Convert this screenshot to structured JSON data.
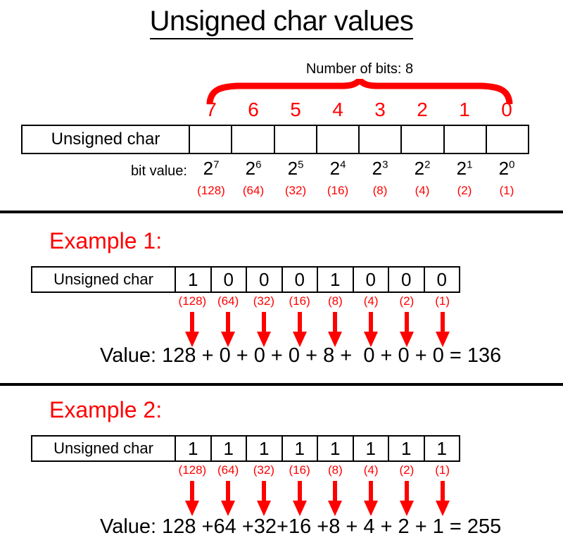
{
  "title": "Unsigned char values",
  "colors": {
    "accent_red": "#FF0000",
    "text_black": "#000000",
    "background": "#FFFFFF"
  },
  "header": {
    "bits_caption": "Number of bits: 8",
    "brace_label": "brace-icon",
    "row_label": "Unsigned char",
    "bit_value_label": "bit value:",
    "bit_numbers": [
      "7",
      "6",
      "5",
      "4",
      "3",
      "2",
      "1",
      "0"
    ],
    "bit_powers": [
      {
        "base": "2",
        "exp": "7"
      },
      {
        "base": "2",
        "exp": "6"
      },
      {
        "base": "2",
        "exp": "5"
      },
      {
        "base": "2",
        "exp": "4"
      },
      {
        "base": "2",
        "exp": "3"
      },
      {
        "base": "2",
        "exp": "2"
      },
      {
        "base": "2",
        "exp": "1"
      },
      {
        "base": "2",
        "exp": "0"
      }
    ],
    "bit_decimals": [
      "(128)",
      "(64)",
      "(32)",
      "(16)",
      "(8)",
      "(4)",
      "(2)",
      "(1)"
    ],
    "cells": [
      "",
      "",
      "",
      "",
      "",
      "",
      "",
      ""
    ]
  },
  "examples": [
    {
      "heading": "Example 1:",
      "row_label": "Unsigned char",
      "bits": [
        "1",
        "0",
        "0",
        "0",
        "1",
        "0",
        "0",
        "0"
      ],
      "weights": [
        "(128)",
        "(64)",
        "(32)",
        "(16)",
        "(8)",
        "(4)",
        "(2)",
        "(1)"
      ],
      "value_line": "Value: 128 + 0 + 0 + 0 + 8 +  0 + 0 + 0 = 136",
      "value_prefix": "Value:",
      "terms": [
        "128",
        "0",
        "0",
        "0",
        "8",
        "0",
        "0",
        "0"
      ],
      "result": "136",
      "arrow_count": 8
    },
    {
      "heading": "Example 2:",
      "row_label": "Unsigned char",
      "bits": [
        "1",
        "1",
        "1",
        "1",
        "1",
        "1",
        "1",
        "1"
      ],
      "weights": [
        "(128)",
        "(64)",
        "(32)",
        "(16)",
        "(8)",
        "(4)",
        "(2)",
        "(1)"
      ],
      "value_line": "Value: 128 +64 +32+16 +8 + 4 + 2 + 1 = 255",
      "value_prefix": "Value:",
      "terms": [
        "128",
        "64",
        "32",
        "16",
        "8",
        "4",
        "2",
        "1"
      ],
      "result": "255",
      "arrow_count": 8
    }
  ]
}
